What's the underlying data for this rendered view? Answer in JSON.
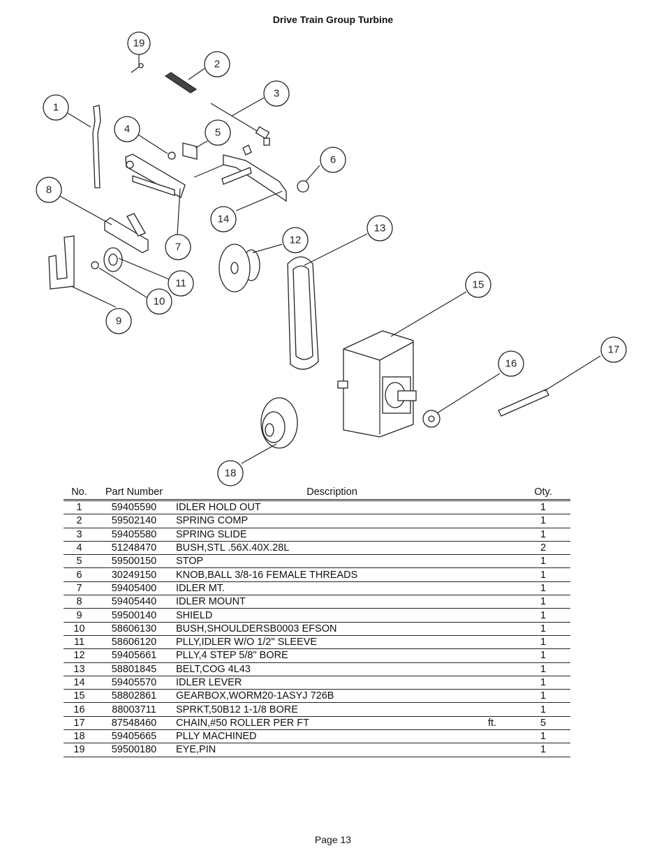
{
  "header": {
    "title": "Drive Train Group Turbine"
  },
  "diagram": {
    "callouts": [
      "1",
      "2",
      "3",
      "4",
      "5",
      "6",
      "7",
      "8",
      "9",
      "10",
      "11",
      "12",
      "13",
      "14",
      "15",
      "16",
      "17",
      "18",
      "19"
    ]
  },
  "table": {
    "columns": {
      "no": "No.",
      "part_number": "Part Number",
      "description": "Description",
      "qty": "Oty."
    },
    "rows": [
      {
        "no": "1",
        "part_number": "59405590",
        "description": "IDLER HOLD OUT",
        "unit": "",
        "qty": "1"
      },
      {
        "no": "2",
        "part_number": "59502140",
        "description": "SPRING COMP",
        "unit": "",
        "qty": "1"
      },
      {
        "no": "3",
        "part_number": "59405580",
        "description": "SPRING SLIDE",
        "unit": "",
        "qty": "1"
      },
      {
        "no": "4",
        "part_number": "51248470",
        "description": "BUSH,STL .56X.40X.28L",
        "unit": "",
        "qty": "2"
      },
      {
        "no": "5",
        "part_number": "59500150",
        "description": "STOP",
        "unit": "",
        "qty": "1"
      },
      {
        "no": "6",
        "part_number": "30249150",
        "description": "KNOB,BALL 3/8-16 FEMALE THREADS",
        "unit": "",
        "qty": "1"
      },
      {
        "no": "7",
        "part_number": "59405400",
        "description": "IDLER MT.",
        "unit": "",
        "qty": "1"
      },
      {
        "no": "8",
        "part_number": "59405440",
        "description": "IDLER MOUNT",
        "unit": "",
        "qty": "1"
      },
      {
        "no": "9",
        "part_number": "59500140",
        "description": "SHIELD",
        "unit": "",
        "qty": "1"
      },
      {
        "no": "10",
        "part_number": "58606130",
        "description": "BUSH,SHOULDERSB0003 EFSON",
        "unit": "",
        "qty": "1"
      },
      {
        "no": "11",
        "part_number": "58606120",
        "description": "PLLY,IDLER W/O 1/2\" SLEEVE",
        "unit": "",
        "qty": "1"
      },
      {
        "no": "12",
        "part_number": "59405661",
        "description": "PLLY,4 STEP 5/8\" BORE",
        "unit": "",
        "qty": "1"
      },
      {
        "no": "13",
        "part_number": "58801845",
        "description": "BELT,COG 4L43",
        "unit": "",
        "qty": "1"
      },
      {
        "no": "14",
        "part_number": "59405570",
        "description": "IDLER LEVER",
        "unit": "",
        "qty": "1"
      },
      {
        "no": "15",
        "part_number": "58802861",
        "description": "GEARBOX,WORM20-1ASYJ 726B",
        "unit": "",
        "qty": "1"
      },
      {
        "no": "16",
        "part_number": "88003711",
        "description": "SPRKT,50B12 1-1/8 BORE",
        "unit": "",
        "qty": "1"
      },
      {
        "no": "17",
        "part_number": "87548460",
        "description": "CHAIN,#50 ROLLER PER FT",
        "unit": "ft.",
        "qty": "5"
      },
      {
        "no": "18",
        "part_number": "59405665",
        "description": "PLLY MACHINED",
        "unit": "",
        "qty": "1"
      },
      {
        "no": "19",
        "part_number": "59500180",
        "description": "EYE,PIN",
        "unit": "",
        "qty": "1"
      }
    ]
  },
  "footer": {
    "page": "Page 13"
  }
}
